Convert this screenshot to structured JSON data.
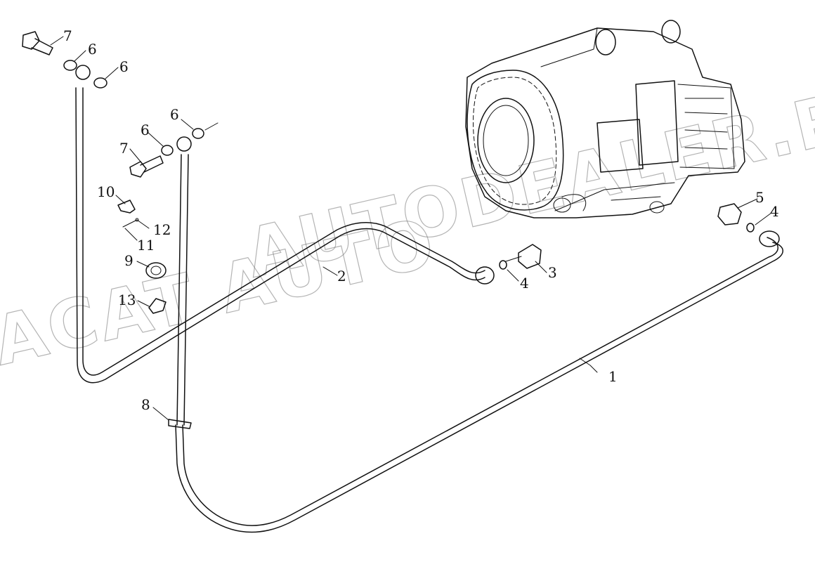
{
  "callouts": [
    {
      "id": "c1",
      "text": "1"
    },
    {
      "id": "c2",
      "text": "2"
    },
    {
      "id": "c3",
      "text": "3"
    },
    {
      "id": "c4a",
      "text": "4"
    },
    {
      "id": "c4b",
      "text": "4"
    },
    {
      "id": "c5",
      "text": "5"
    },
    {
      "id": "c6a",
      "text": "6"
    },
    {
      "id": "c6b",
      "text": "6"
    },
    {
      "id": "c6c",
      "text": "6"
    },
    {
      "id": "c6d",
      "text": "6"
    },
    {
      "id": "c7a",
      "text": "7"
    },
    {
      "id": "c7b",
      "text": "7"
    },
    {
      "id": "c8",
      "text": "8"
    },
    {
      "id": "c9",
      "text": "9"
    },
    {
      "id": "c10",
      "text": "10"
    },
    {
      "id": "c11",
      "text": "11"
    },
    {
      "id": "c12",
      "text": "12"
    },
    {
      "id": "c13",
      "text": "13"
    }
  ],
  "watermark": {
    "upper": "AUTODEALER.RU",
    "lower": "ACAT AUTO"
  }
}
